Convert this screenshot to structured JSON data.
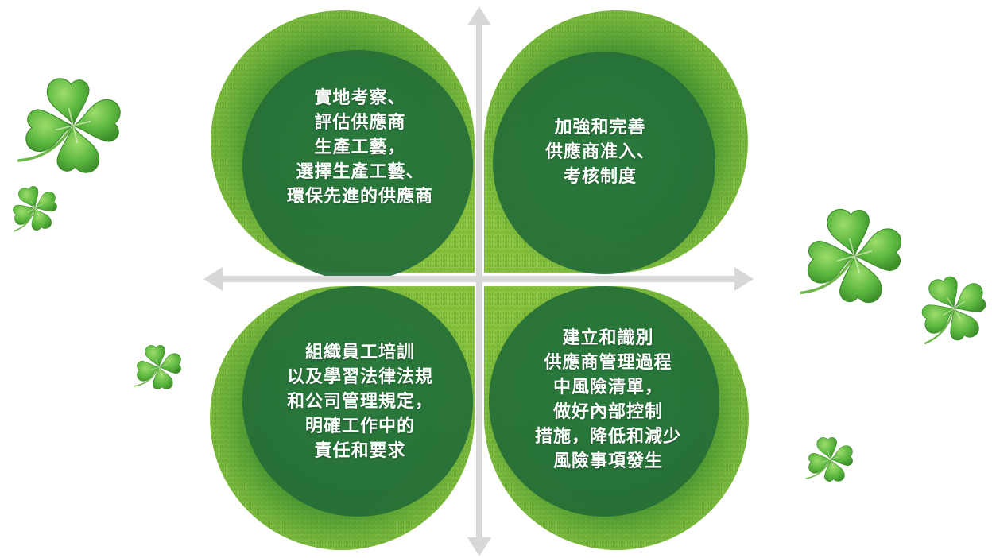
{
  "diagram": {
    "quadrants": [
      {
        "id": "top-left",
        "lines": [
          "實地考察、",
          "評估供應商",
          "生產工藝，",
          "選擇生產工藝、",
          "環保先進的供應商"
        ]
      },
      {
        "id": "top-right",
        "lines": [
          "加強和完善",
          "供應商准入、",
          "考核制度"
        ]
      },
      {
        "id": "bottom-left",
        "lines": [
          "組織員工培訓",
          "以及學習法律法規",
          "和公司管理規定，",
          "明確工作中的",
          "責任和要求"
        ]
      },
      {
        "id": "bottom-right",
        "lines": [
          "建立和識別",
          "供應商管理過程",
          "中風險清單，",
          "做好內部控制",
          "措施，降低和減少",
          "風險事項發生"
        ]
      }
    ],
    "colors": {
      "grass_light": "#7dbd3a",
      "grass_dark": "#3f8f2a",
      "inner_circle": "#2f7a3c",
      "axis": "#d4d4d4",
      "clover": "#5cb840"
    },
    "decorations": [
      "clover-icon",
      "clover-icon",
      "clover-icon",
      "clover-icon",
      "clover-icon",
      "clover-icon"
    ]
  }
}
